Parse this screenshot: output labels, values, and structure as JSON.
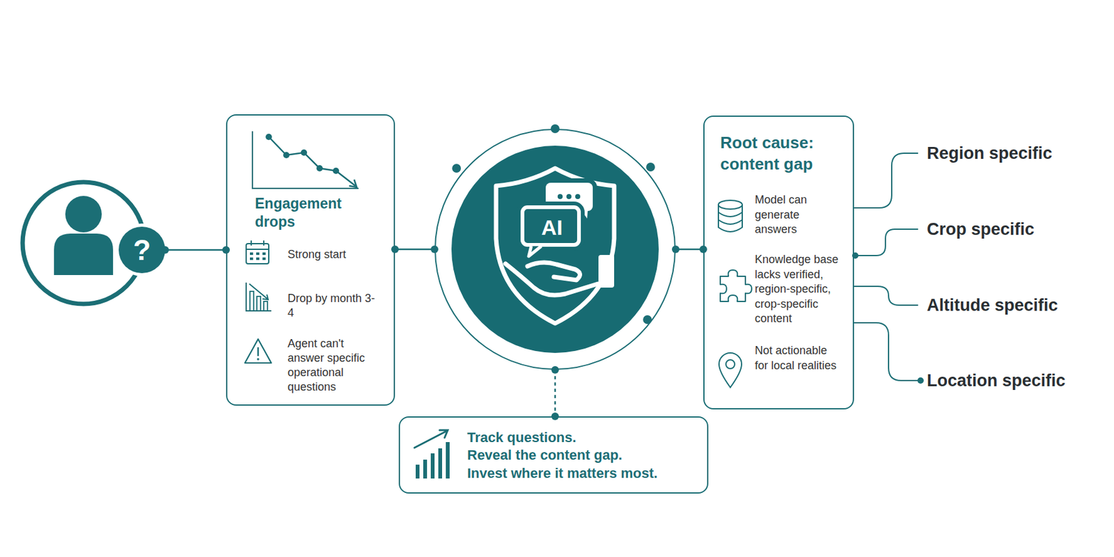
{
  "diagram": {
    "nodes": [
      {
        "text": [
          "?"
        ]
      },
      {
        "text": [
          "Engagement drops",
          "Strong start",
          "Drop by month 3-4",
          "Agent can't answer specific operational questions"
        ]
      },
      {
        "text": [
          "AI"
        ]
      },
      {
        "text": [
          "Root cause: content gap",
          "Model can generate answers",
          "Knowledge base lacks verified, region-specific, crop-specific content",
          "Not actionable for local realities"
        ]
      },
      {
        "text": [
          "Track questions.",
          "Reveal the content gap.",
          "Invest where it matters most."
        ]
      }
    ],
    "edges": [
      {
        "from": 0,
        "to": 1,
        "arrow": "none"
      },
      {
        "from": 1,
        "to": 2,
        "arrow": "none"
      },
      {
        "from": 2,
        "to": 3,
        "arrow": "none"
      },
      {
        "from": 2,
        "to": 4,
        "arrow": "none"
      }
    ],
    "labels": [
      "Region specific",
      "Crop specific",
      "Altitude specific",
      "Location specific"
    ]
  }
}
